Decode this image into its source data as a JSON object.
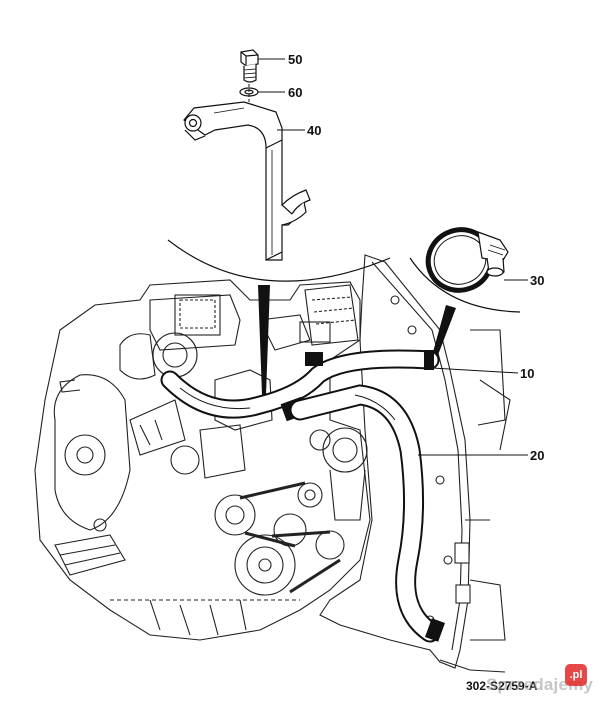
{
  "parts": {
    "p50": "50",
    "p60": "60",
    "p40": "40",
    "p30": "30",
    "p10": "10",
    "p20": "20"
  },
  "document_code": "302-S2759-A",
  "watermark": {
    "text": "Sprzedajemy",
    "badge": ".pl",
    "badge_color": "#e22828"
  },
  "colors": {
    "line": "#111111",
    "engine_stroke": "#222222",
    "hose_fill": "#ffffff"
  }
}
